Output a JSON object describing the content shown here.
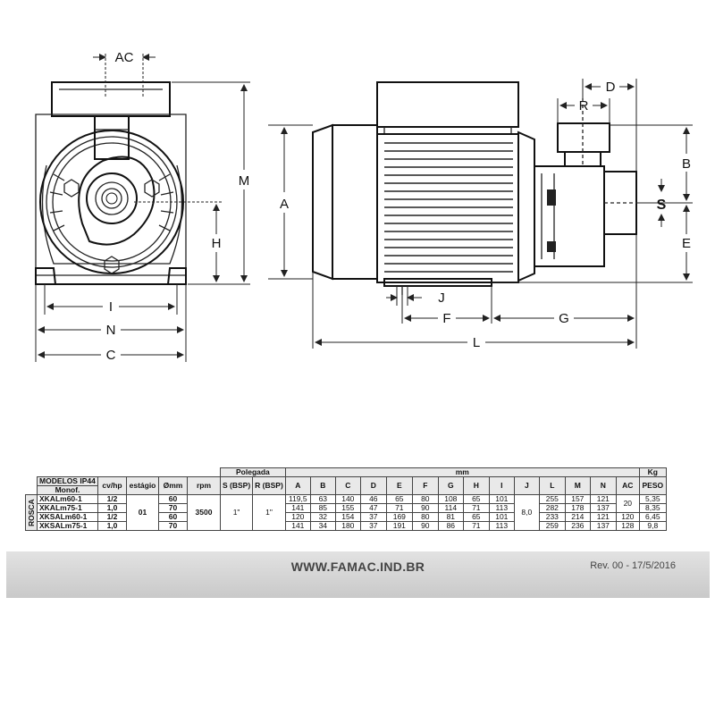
{
  "drawing": {
    "front_labels": [
      "AC",
      "M",
      "H",
      "I",
      "N",
      "C"
    ],
    "side_labels": [
      "A",
      "D",
      "R",
      "B",
      "S",
      "E",
      "J",
      "F",
      "G",
      "L"
    ]
  },
  "table": {
    "group_headers": {
      "polegada": "Polegada",
      "mm": "mm",
      "kg": "Kg"
    },
    "model_header": "MODELOS IP44",
    "monof": "Monof.",
    "side_label": "ROSCA",
    "columns": [
      "cv/hp",
      "estágio",
      "Ømm",
      "rpm",
      "S (BSP)",
      "R (BSP)",
      "A",
      "B",
      "C",
      "D",
      "E",
      "F",
      "G",
      "H",
      "I",
      "J",
      "L",
      "M",
      "N",
      "AC",
      "PESO"
    ],
    "shared": {
      "estagio": "01",
      "rpm": "3500",
      "s_bsp": "1\"",
      "r_bsp": "1\"",
      "j": "8,0",
      "ac_top": "20"
    },
    "rows": [
      {
        "model": "XKALm60-1",
        "cv": "1/2",
        "o": "60",
        "A": "119,5",
        "B": "63",
        "C": "140",
        "D": "46",
        "E": "65",
        "F": "80",
        "G": "108",
        "H": "65",
        "I": "101",
        "L": "255",
        "M": "157",
        "N": "121",
        "peso": "5,35"
      },
      {
        "model": "XKALm75-1",
        "cv": "1,0",
        "o": "70",
        "A": "141",
        "B": "85",
        "C": "155",
        "D": "47",
        "E": "71",
        "F": "90",
        "G": "114",
        "H": "71",
        "I": "113",
        "L": "282",
        "M": "178",
        "N": "137",
        "peso": "8,35"
      },
      {
        "model": "XKSALm60-1",
        "cv": "1/2",
        "o": "60",
        "A": "120",
        "B": "32",
        "C": "154",
        "D": "37",
        "E": "169",
        "F": "80",
        "G": "81",
        "H": "65",
        "I": "101",
        "L": "233",
        "M": "214",
        "N": "121",
        "AC": "120",
        "peso": "6,45"
      },
      {
        "model": "XKSALm75-1",
        "cv": "1,0",
        "o": "70",
        "A": "141",
        "B": "34",
        "C": "180",
        "D": "37",
        "E": "191",
        "F": "90",
        "G": "86",
        "H": "71",
        "I": "113",
        "L": "259",
        "M": "236",
        "N": "137",
        "AC": "128",
        "peso": "9,8"
      }
    ]
  },
  "footer": {
    "url": "WWW.FAMAC.IND.BR",
    "revision": "Rev. 00 - 17/5/2016"
  }
}
